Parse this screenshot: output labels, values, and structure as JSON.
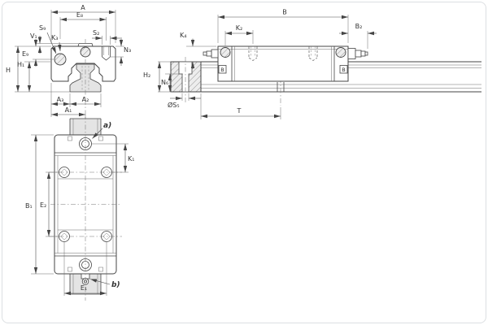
{
  "figure": {
    "kind": "technical-dimension-drawing",
    "views": [
      "front-section",
      "side",
      "plan"
    ]
  },
  "colors": {
    "line": "#454545",
    "shade": "#e4e4e4",
    "background": "#ffffff",
    "frame_border": "#dcdfe2"
  },
  "views": {
    "front": {
      "labels": {
        "A": "A",
        "E8": "E₈",
        "S9": "S₉",
        "K3": "K₃",
        "S2": "S₂",
        "V1": "V₁",
        "E9": "E₉",
        "N3": "N₃",
        "H": "H",
        "H1": "H₁",
        "A3": "A₃",
        "A2": "A₂",
        "A1": "A₁"
      }
    },
    "side": {
      "labels": {
        "B": "B",
        "K4": "K₄",
        "K2": "K₂",
        "B2": "B₂",
        "H2": "H₂",
        "N6": "N₆",
        "OS5": "ØS₅",
        "T": "T",
        "lube_port_marker": "B"
      }
    },
    "plan": {
      "labels": {
        "a": "a)",
        "b": "b)",
        "K1": "K₁",
        "B1": "B₁",
        "E2": "E₂",
        "E1": "E₁"
      }
    }
  }
}
